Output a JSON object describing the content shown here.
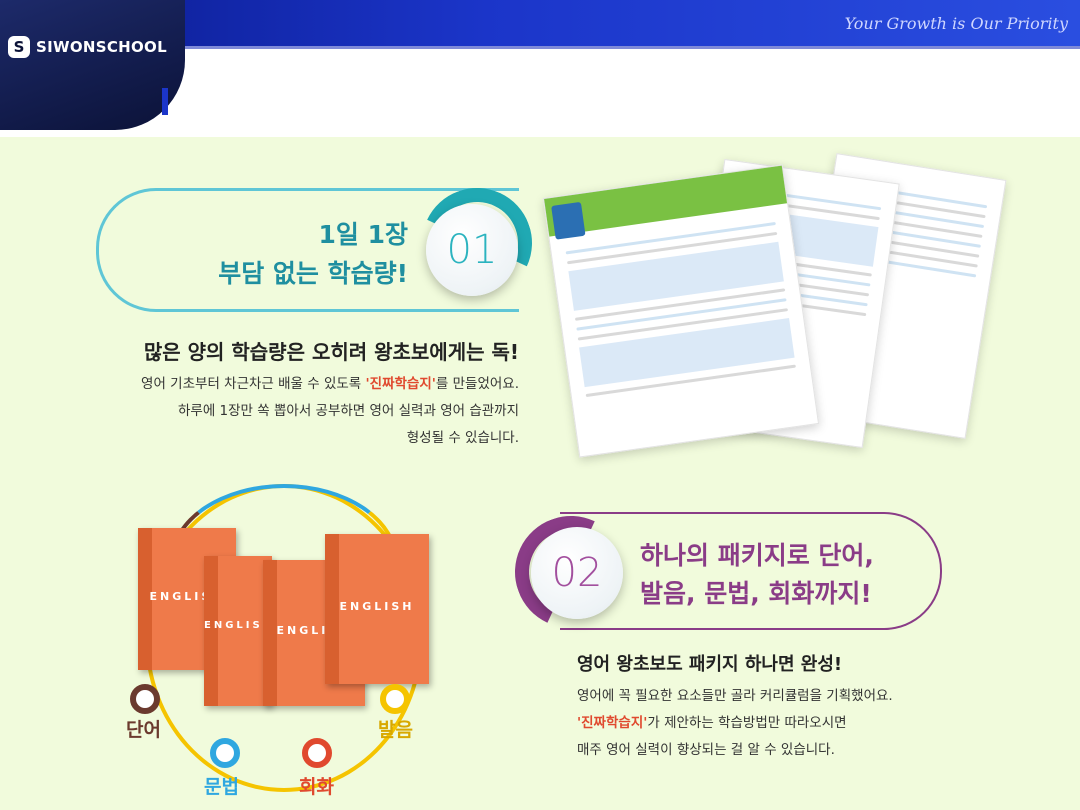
{
  "header": {
    "logo_mark": "S",
    "logo_text": "SIWONSCHOOL",
    "slogan": "Your Growth is Our Priority"
  },
  "feature1": {
    "number": "01",
    "heading_line1": "1일 1장",
    "heading_line2": "부담 없는 학습량!",
    "subheading": "많은 양의 학습량은 오히려 왕초보에게는 독!",
    "body_line1_pre": "영어 기초부터 차근차근 배울 수 있도록 ",
    "body_line1_highlight": "'진짜학습지'",
    "body_line1_post": "를 만들었어요.",
    "body_line2": "하루에 1장만 쏙 뽑아서 공부하면 영어 실력과 영어 습관까지",
    "body_line3": "형성될 수 있습니다."
  },
  "feature2": {
    "number": "02",
    "heading_line1": "하나의 패키지로 단어,",
    "heading_line2": "발음, 문법, 회화까지!",
    "subheading": "영어 왕초보도 패키지 하나면 완성!",
    "body_line1": "영어에 꼭 필요한 요소들만 골라 커리큘럼을 기획했어요.",
    "body_line2_highlight": "'진짜학습지'",
    "body_line2_post": "가 제안하는 학습방법만 따라오시면",
    "body_line3": "매주 영어 실력이 향상되는 걸 알 수 있습니다."
  },
  "books": {
    "title": "ENGLISH"
  },
  "topics": {
    "t1": "단어",
    "t2": "발음",
    "t3": "문법",
    "t4": "회화"
  },
  "colors": {
    "header_blue": "#1b35c9",
    "panel_bg": "#f1fbdc",
    "teal": "#1f8fa0",
    "purple": "#8a3c87",
    "highlight": "#e0492e",
    "book_orange": "#ef7a4a"
  }
}
